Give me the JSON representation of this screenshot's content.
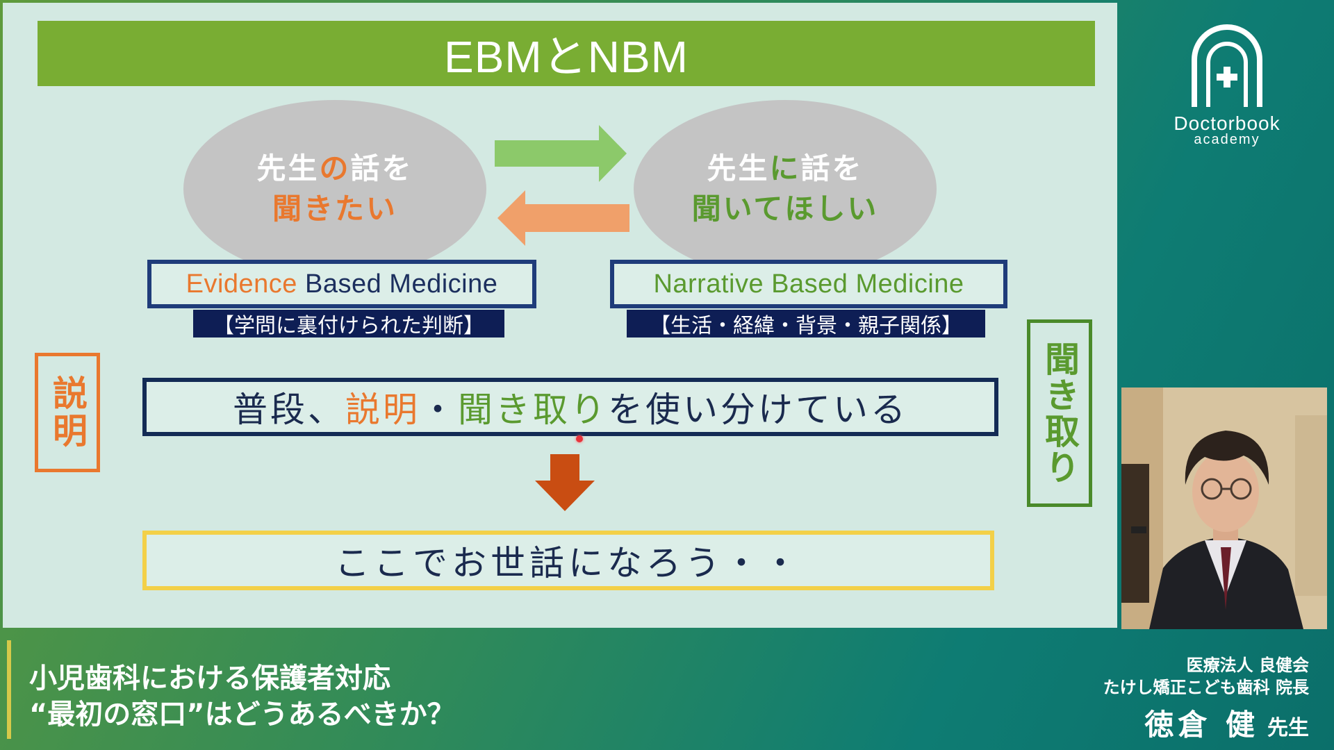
{
  "slide": {
    "title": "EBMとNBM",
    "left_ellipse": {
      "line1_a": "先生",
      "line1_b": "の",
      "line1_c": "話を",
      "line2": "聞きたい"
    },
    "right_ellipse": {
      "line1_a": "先生",
      "line1_b": "に",
      "line1_c": "話を",
      "line2": "聞いてほしい"
    },
    "ebm": {
      "word1": "Evidence",
      "rest": " Based Medicine",
      "sub": "【学問に裏付けられた判断】"
    },
    "nbm": {
      "label": "Narrative Based Medicine",
      "sub": "【生活・経緯・背景・親子関係】"
    },
    "left_vertical": "説明",
    "right_vertical": "聞き取り",
    "main_sentence": {
      "part1": "普段、",
      "part2": "説明",
      "part3": "・",
      "part4": "聞き取り",
      "part5": "を使い分けている"
    },
    "result": "ここでお世話になろう・・",
    "colors": {
      "title_green": "#79ad33",
      "orange": "#e9782e",
      "green": "#5a9a2f",
      "navy": "#1c2f5e",
      "arrow_down": "#c94d12"
    }
  },
  "logo": {
    "name": "Doctorbook",
    "sub": "academy",
    "icon": "arch-cross-icon"
  },
  "banner": {
    "line1": "小児歯科における保護者対応",
    "line2": "“最初の窓口”はどうあるべきか？",
    "org": "医療法人 良健会",
    "clinic": "たけし矯正こども歯科 院長",
    "speaker": "徳倉 健",
    "honorific": "先生"
  }
}
